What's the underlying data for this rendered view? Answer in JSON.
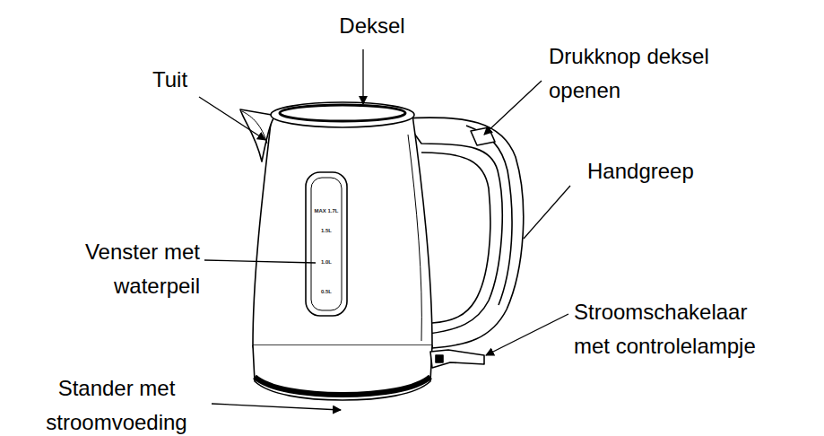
{
  "diagram": {
    "labels": [
      "Deksel",
      "Tuit",
      "Drukknop deksel openen",
      "Handgreep",
      "Venster met waterpeil",
      "Stroomschakelaar met controlelampje",
      "Stander met stroomvoeding",
      "MAX 1.7L",
      "1.5L",
      "1.0L",
      "0.5L"
    ]
  }
}
